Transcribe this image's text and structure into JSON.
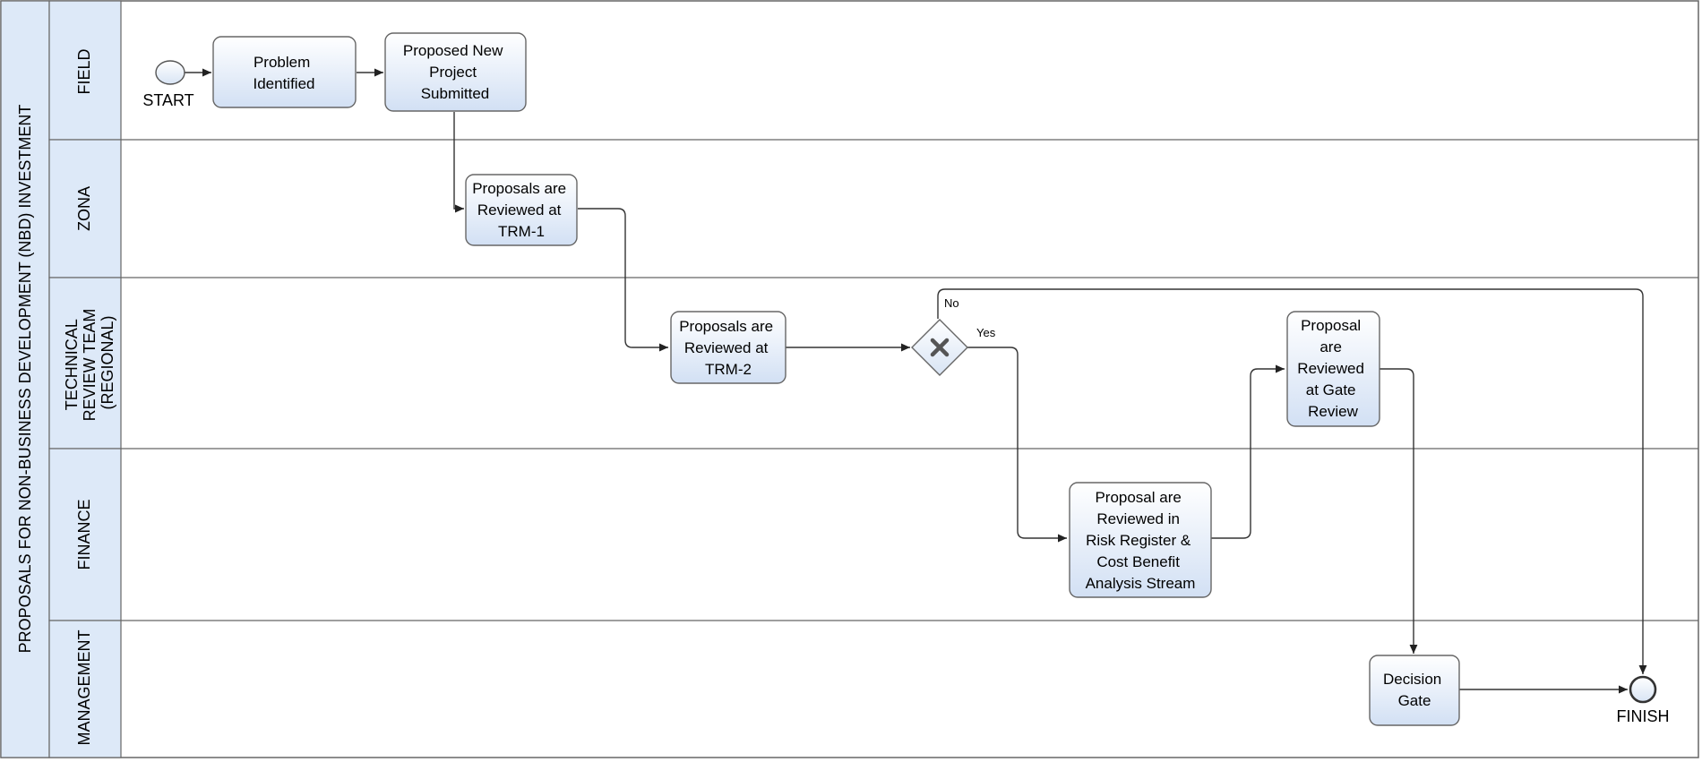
{
  "pool": {
    "label": "PROPOSALS FOR NON-BUSINESS DEVELOPMENT (NBD) INVESTMENT"
  },
  "lanes": [
    {
      "id": "field",
      "label_lines": [
        "FIELD"
      ]
    },
    {
      "id": "zona",
      "label_lines": [
        "ZONA"
      ]
    },
    {
      "id": "technical",
      "label_lines": [
        "TECHNICAL",
        "REVIEW TEAM",
        "(REGIONAL)"
      ]
    },
    {
      "id": "finance",
      "label_lines": [
        "FINANCE"
      ]
    },
    {
      "id": "management",
      "label_lines": [
        "MANAGEMENT"
      ]
    }
  ],
  "events": {
    "start": {
      "label": "START"
    },
    "finish": {
      "label": "FINISH"
    }
  },
  "tasks": [
    {
      "id": "problem-identified",
      "lines": [
        "Problem",
        "Identified"
      ]
    },
    {
      "id": "proposed-new-project",
      "lines": [
        "Proposed New",
        "Project",
        "Submitted"
      ]
    },
    {
      "id": "reviewed-trm1",
      "lines": [
        "Proposals are",
        "Reviewed at",
        "TRM-1"
      ]
    },
    {
      "id": "reviewed-trm2",
      "lines": [
        "Proposals are",
        "Reviewed at",
        "TRM-2"
      ]
    },
    {
      "id": "gate-review",
      "lines": [
        "Proposal",
        "are",
        "Reviewed",
        "at Gate",
        "Review"
      ]
    },
    {
      "id": "risk-register",
      "lines": [
        "Proposal are",
        "Reviewed in",
        "Risk Register &",
        "Cost Benefit",
        "Analysis Stream"
      ]
    },
    {
      "id": "decision-gate",
      "lines": [
        "Decision",
        "Gate"
      ]
    }
  ],
  "gateway": {
    "icon": "x-icon",
    "yes_label": "Yes",
    "no_label": "No"
  },
  "colors": {
    "lane_header": "#dde9f8",
    "task_fill_top": "#ffffff",
    "task_fill_bottom": "#d4e2f5",
    "border": "#555555"
  }
}
